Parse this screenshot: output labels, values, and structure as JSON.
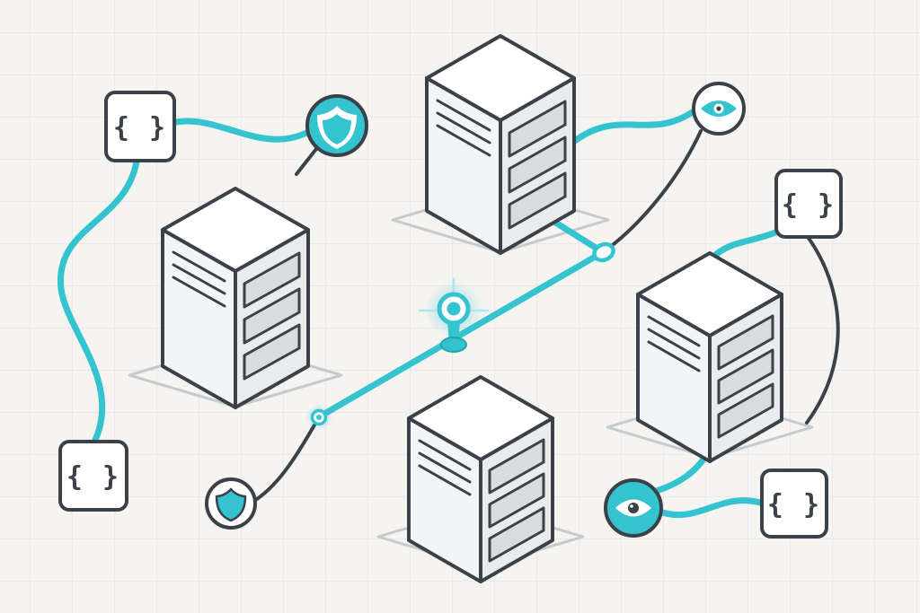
{
  "palette": {
    "teal": "#34c3cf",
    "teal_dark": "#1fa7b4",
    "teal_light": "#9fe8ee",
    "ink": "#3b4149",
    "bg": "#f5f4f1",
    "grid": "#e9e7f0",
    "face_light": "#f3f4f5",
    "face_mid": "#e9ebed",
    "slat": "#d9dcdf",
    "platform": "#c7cacd"
  },
  "glyphs": {
    "code_symbol": "{ }"
  },
  "scene": {
    "description": "Isometric illustration of four server towers on diamond platforms, linked by teal and dark connector lines, with code-bracket badges, shield badges, eye badges, a glowing beacon and junction dots on a light grid background.",
    "servers": [
      "server-top",
      "server-left",
      "server-right",
      "server-bottom"
    ],
    "badges": [
      "code-badge-top-left",
      "shield-badge-top",
      "eye-badge-top-right",
      "code-badge-right-top",
      "code-badge-bottom-left",
      "shield-badge-bottom-left",
      "eye-badge-bottom-right",
      "code-badge-bottom-right"
    ],
    "nodes": [
      "glow-beacon",
      "junction-ring",
      "glow-dot"
    ]
  }
}
